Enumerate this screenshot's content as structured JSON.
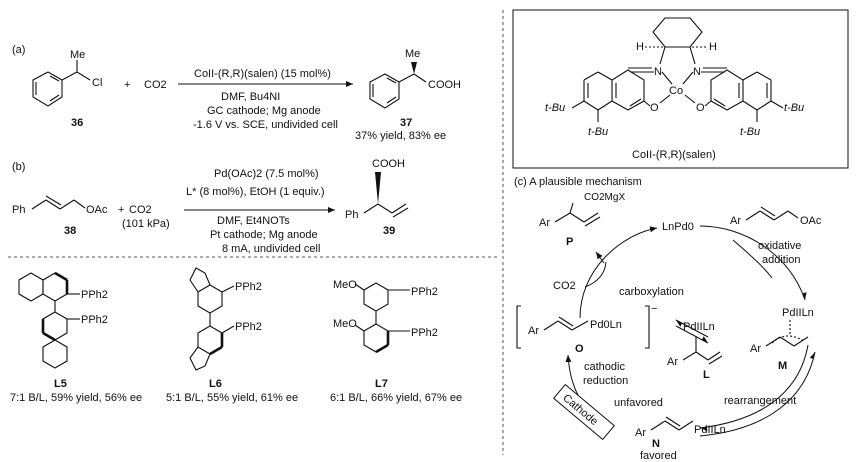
{
  "panel_a": {
    "tag": "(a)",
    "plus": "+",
    "co2": "CO2",
    "sm_me": "Me",
    "sm_cl": "Cl",
    "sm_label": "36",
    "cond_1": "CoII-(R,R)(salen)  (15 mol%)",
    "cond_2": "DMF, Bu4NI",
    "cond_3": "GC cathode; Mg anode",
    "cond_4": "-1.6 V vs. SCE, undivided cell",
    "prod_me": "Me",
    "prod_cooh": "COOH",
    "prod_label": "37",
    "result": "37% yield, 83% ee"
  },
  "salen_box": {
    "h_left": "H",
    "h_right": "H",
    "n_left": "N",
    "n_right": "N",
    "co": "Co",
    "o_left": "O",
    "o_right": "O",
    "tbu_1": "t-Bu",
    "tbu_2": "t-Bu",
    "tbu_3": "t-Bu",
    "tbu_4": "t-Bu",
    "caption": "CoII-(R,R)(salen)"
  },
  "panel_b": {
    "tag": "(b)",
    "sm_ph": "Ph",
    "sm_oac": "OAc",
    "plus": "+",
    "co2": "CO2",
    "pressure": "(101 kPa)",
    "sm_label": "38",
    "cond_1": "Pd(OAc)2  (7.5 mol%)",
    "cond_2": "L* (8 mol%), EtOH (1 equiv.)",
    "cond_3": "DMF, Et4NOTs",
    "cond_4": "Pt cathode; Mg anode",
    "cond_5": "8 mA, undivided cell",
    "prod_cooh": "COOH",
    "prod_ph": "Ph",
    "prod_label": "39"
  },
  "ligands": [
    {
      "label": "L5",
      "pph2_top": "PPh2",
      "pph2_bot": "PPh2",
      "result": "7:1 B/L, 59% yield, 56% ee"
    },
    {
      "label": "L6",
      "pph2_top": "PPh2",
      "pph2_bot": "PPh2",
      "result": "5:1 B/L, 55% yield, 61% ee"
    },
    {
      "label": "L7",
      "pph2_top": "PPh2",
      "pph2_bot": "PPh2",
      "meo_top": "MeO",
      "meo_bot": "MeO",
      "result": "6:1 B/L, 66% yield, 67% ee"
    }
  ],
  "mechanism": {
    "title": "(c) A plausible mechanism",
    "P": {
      "label": "P",
      "co2mgx": "CO2MgX",
      "ar": "Ar"
    },
    "LnPd0": "LnPd0",
    "allyl_oac": {
      "ar": "Ar",
      "oac": "OAc"
    },
    "oxidative": "oxidative",
    "addition": "addition",
    "co2": "CO2",
    "carboxylation": "carboxylation",
    "O": {
      "label": "O",
      "ar": "Ar",
      "pd": "Pd0Ln",
      "charge": "−"
    },
    "M": {
      "label": "M",
      "ar": "Ar",
      "pd": "PdIILn"
    },
    "L": {
      "label": "L",
      "ar": "Ar",
      "pd": "PdIILn"
    },
    "cathodic": "cathodic",
    "reduction": "reduction",
    "cathode": "Cathode",
    "unfavored": "unfavored",
    "rearrangement": "rearrangement",
    "N": {
      "label": "N",
      "ar": "Ar",
      "pd": "PdIILn",
      "favored": "favored"
    }
  }
}
